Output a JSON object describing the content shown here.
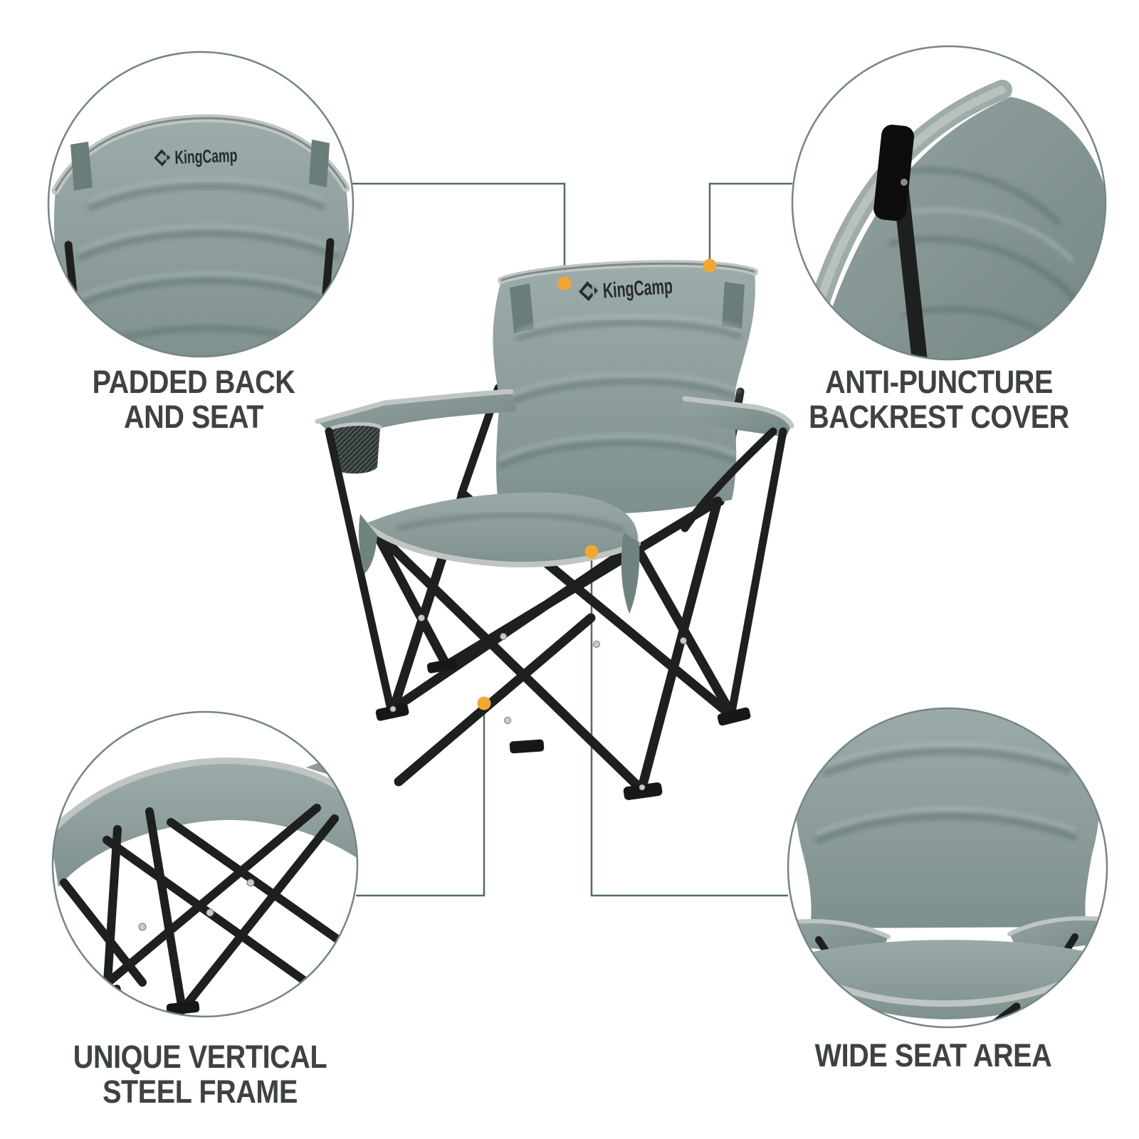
{
  "brand": {
    "name": "KingCamp"
  },
  "callouts": [
    {
      "id": "padded-back-and-seat",
      "lines": [
        "PADDED BACK",
        "AND SEAT"
      ]
    },
    {
      "id": "anti-puncture-backrest-cover",
      "lines": [
        "ANTI-PUNCTURE",
        "BACKREST COVER"
      ]
    },
    {
      "id": "unique-vertical-steel-frame",
      "lines": [
        "UNIQUE VERTICAL",
        "STEEL FRAME"
      ]
    },
    {
      "id": "wide-seat-area",
      "lines": [
        "WIDE SEAT AREA"
      ]
    }
  ],
  "colors": {
    "background": "#FFFFFF",
    "accent_orange": "#F2A732",
    "connector": "#55696A",
    "circle_ring": "#748685",
    "label_text": "#3E4242",
    "fabric": "#8B9B99",
    "fabric_light": "#A5B3B1",
    "fabric_dark": "#5F7170",
    "trim": "#BFC5C3",
    "frame_black": "#1E1F1F",
    "logo_color": "#272B2B"
  }
}
